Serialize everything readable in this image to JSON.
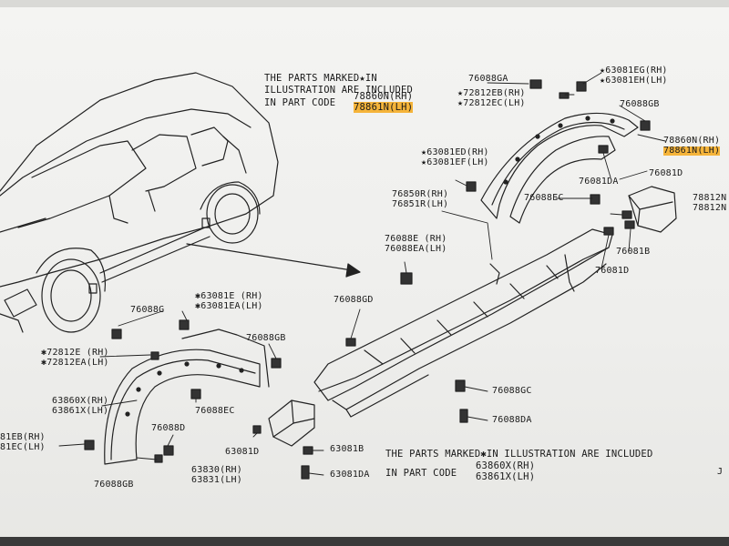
{
  "notes": {
    "top_line1": "THE PARTS MARKED★IN",
    "top_line2": "ILLUSTRATION ARE INCLUDED",
    "top_line3a": "IN PART CODE",
    "top_code_rh": "78860N(RH)",
    "top_code_lh": "78861N(LH)",
    "bottom_line1": "THE PARTS MARKED✱IN ILLUSTRATION ARE INCLUDED",
    "bottom_line2a": "IN PART CODE",
    "bottom_code_rh": "63860X(RH)",
    "bottom_code_lh": "63861X(LH)"
  },
  "labels": {
    "l76088GA": "76088GA",
    "l63081EG": "★63081EG(RH)",
    "l63081EH": "★63081EH(LH)",
    "l72812EB": "★72812EB(RH)",
    "l72812EC": "★72812EC(LH)",
    "l76088GB_top": "76088GB",
    "l78860N_r": "78860N(RH)",
    "l78861N_r": "78861N(LH)",
    "l63081ED": "★63081ED(RH)",
    "l63081EF": "★63081EF(LH)",
    "l76081DA": "76081DA",
    "l76081D_top": "76081D",
    "l78812_a": "78812N",
    "l78812_b": "78812N",
    "l76088EC_top": "76088EC",
    "l76081B_r": "76081B",
    "l76081D_r": "76081D",
    "l76850R": "76850R(RH)",
    "l76851R": "76851R(LH)",
    "l76088E": "76088E (RH)",
    "l76088EA": "76088EA(LH)",
    "l76088GD": "76088GD",
    "l76088G": "76088G",
    "l63081E": "✱63081E  (RH)",
    "l63081EA": "✱63081EA(LH)",
    "l76088GB_mid": "76088GB",
    "l72812E": "✱72812E  (RH)",
    "l72812EA": "✱72812EA(LH)",
    "l63860X": "63860X(RH)",
    "l63861X": "63861X(LH)",
    "l76088EC_bot": "76088EC",
    "l76088D": "76088D",
    "l81EB": "81EB(RH)",
    "l81EC": "81EC(LH)",
    "l76088GB_bot": "76088GB",
    "l63081D": "63081D",
    "l63830": "63830(RH)",
    "l63831": "63831(LH)",
    "l63081B": "63081B",
    "l63081DA": "63081DA",
    "l76088GC": "76088GC",
    "l76088DA": "76088DA",
    "l_j": "J"
  },
  "colors": {
    "highlight": "#f5b43a",
    "ink": "#1a1a1a"
  }
}
